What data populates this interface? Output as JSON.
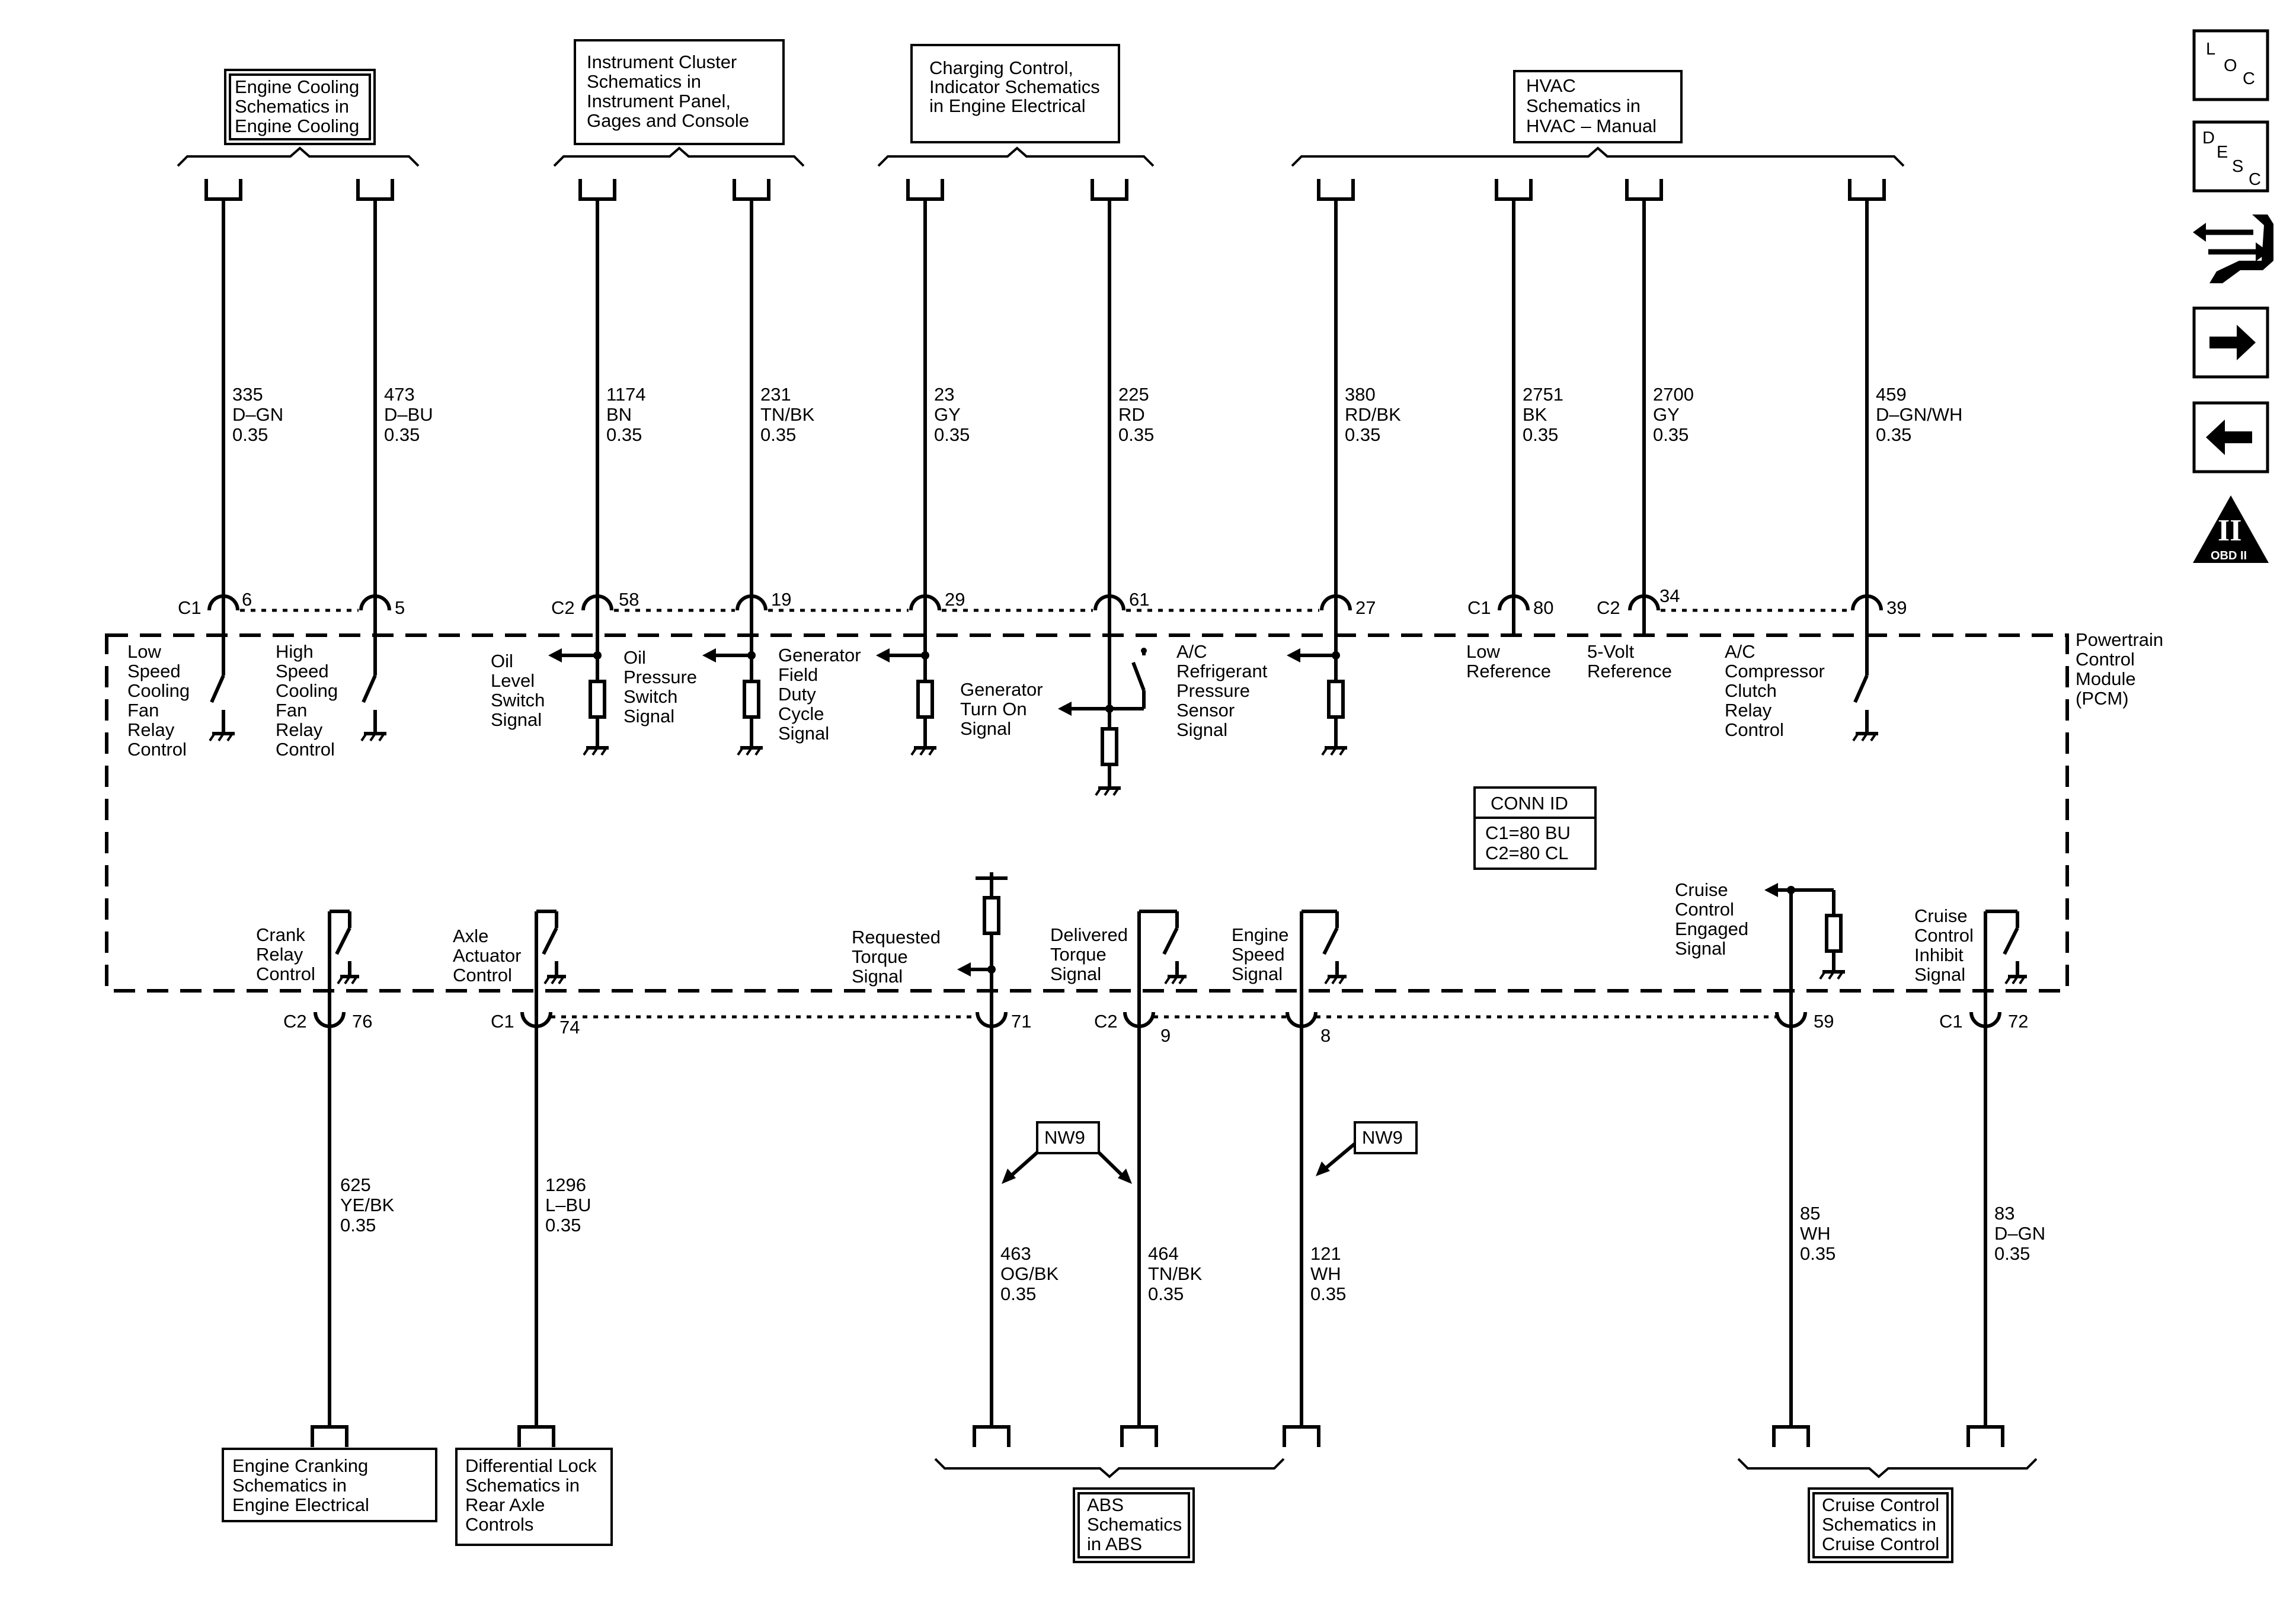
{
  "refs_top": [
    {
      "id": "engine-cooling",
      "lines": [
        "Engine Cooling",
        "Schematics in",
        "Engine Cooling"
      ]
    },
    {
      "id": "instrument-cluster",
      "lines": [
        "Instrument Cluster",
        "Schematics in",
        "Instrument Panel,",
        "Gages and Console"
      ]
    },
    {
      "id": "charging",
      "lines": [
        "Charging Control,",
        "Indicator Schematics",
        "in Engine Electrical"
      ]
    },
    {
      "id": "hvac",
      "lines": [
        "HVAC",
        "Schematics in",
        "HVAC – Manual"
      ]
    }
  ],
  "refs_bottom": [
    {
      "id": "engine-cranking",
      "lines": [
        "Engine Cranking",
        "Schematics in",
        "Engine Electrical"
      ]
    },
    {
      "id": "diff-lock",
      "lines": [
        "Differential Lock",
        "Schematics in",
        "Rear Axle",
        "Controls"
      ]
    },
    {
      "id": "abs",
      "lines": [
        "ABS",
        "Schematics",
        "in ABS"
      ]
    },
    {
      "id": "cruise",
      "lines": [
        "Cruise Control",
        "Schematics in",
        "Cruise Control"
      ]
    }
  ],
  "wires_top": [
    {
      "circuit": "335",
      "color": "D–GN",
      "gauge": "0.35",
      "conn": "C1",
      "pin": "6",
      "function": [
        "Low",
        "Speed",
        "Cooling",
        "Fan",
        "Relay",
        "Control"
      ]
    },
    {
      "circuit": "473",
      "color": "D–BU",
      "gauge": "0.35",
      "conn": "",
      "pin": "5",
      "function": [
        "High",
        "Speed",
        "Cooling",
        "Fan",
        "Relay",
        "Control"
      ]
    },
    {
      "circuit": "1174",
      "color": "BN",
      "gauge": "0.35",
      "conn": "C2",
      "pin": "58",
      "function": [
        "Oil",
        "Level",
        "Switch",
        "Signal"
      ]
    },
    {
      "circuit": "231",
      "color": "TN/BK",
      "gauge": "0.35",
      "conn": "",
      "pin": "19",
      "function": [
        "Oil",
        "Pressure",
        "Switch",
        "Signal"
      ]
    },
    {
      "circuit": "23",
      "color": "GY",
      "gauge": "0.35",
      "conn": "",
      "pin": "29",
      "function": [
        "Generator",
        "Field",
        "Duty",
        "Cycle",
        "Signal"
      ]
    },
    {
      "circuit": "225",
      "color": "RD",
      "gauge": "0.35",
      "conn": "",
      "pin": "61",
      "function": [
        "Generator",
        "Turn On",
        "Signal"
      ]
    },
    {
      "circuit": "380",
      "color": "RD/BK",
      "gauge": "0.35",
      "conn": "",
      "pin": "27",
      "function": [
        "A/C",
        "Refrigerant",
        "Pressure",
        "Sensor",
        "Signal"
      ]
    },
    {
      "circuit": "2751",
      "color": "BK",
      "gauge": "0.35",
      "conn": "C1",
      "pin": "80",
      "function": [
        "Low",
        "Reference"
      ]
    },
    {
      "circuit": "2700",
      "color": "GY",
      "gauge": "0.35",
      "conn": "C2",
      "pin": "34",
      "function": [
        "5-Volt",
        "Reference"
      ]
    },
    {
      "circuit": "459",
      "color": "D–GN/WH",
      "gauge": "0.35",
      "conn": "",
      "pin": "39",
      "function": [
        "A/C",
        "Compressor",
        "Clutch",
        "Relay",
        "Control"
      ]
    }
  ],
  "wires_bottom": [
    {
      "circuit": "625",
      "color": "YE/BK",
      "gauge": "0.35",
      "conn": "C2",
      "pin": "76",
      "function": [
        "Crank",
        "Relay",
        "Control"
      ]
    },
    {
      "circuit": "1296",
      "color": "L–BU",
      "gauge": "0.35",
      "conn": "C1",
      "pin": "74",
      "function": [
        "Axle",
        "Actuator",
        "Control"
      ]
    },
    {
      "circuit": "463",
      "color": "OG/BK",
      "gauge": "0.35",
      "conn": "",
      "pin": "71",
      "function": [
        "Requested",
        "Torque",
        "Signal"
      ]
    },
    {
      "circuit": "464",
      "color": "TN/BK",
      "gauge": "0.35",
      "conn": "C2",
      "pin": "9",
      "function": [
        "Delivered",
        "Torque",
        "Signal"
      ]
    },
    {
      "circuit": "121",
      "color": "WH",
      "gauge": "0.35",
      "conn": "",
      "pin": "8",
      "function": [
        "Engine",
        "Speed",
        "Signal"
      ]
    },
    {
      "circuit": "85",
      "color": "WH",
      "gauge": "0.35",
      "conn": "",
      "pin": "59",
      "function": [
        "Cruise",
        "Control",
        "Engaged",
        "Signal"
      ]
    },
    {
      "circuit": "83",
      "color": "D–GN",
      "gauge": "0.35",
      "conn": "C1",
      "pin": "72",
      "function": [
        "Cruise",
        "Control",
        "Inhibit",
        "Signal"
      ]
    }
  ],
  "module": {
    "lines": [
      "Powertrain",
      "Control",
      "Module",
      "(PCM)"
    ]
  },
  "conn_id": {
    "title": "CONN ID",
    "c1": "C1=80 BU",
    "c2": "C2=80 CL"
  },
  "network_label": "NW9",
  "side_icons": [
    {
      "name": "loc",
      "letters": [
        "L",
        "O",
        "C"
      ]
    },
    {
      "name": "desc",
      "letters": [
        "D",
        "E",
        "S",
        "C"
      ]
    },
    {
      "name": "repair"
    },
    {
      "name": "next-arrow"
    },
    {
      "name": "prev-arrow"
    },
    {
      "name": "obd",
      "numeral": "II",
      "caption": "OBD II"
    }
  ]
}
